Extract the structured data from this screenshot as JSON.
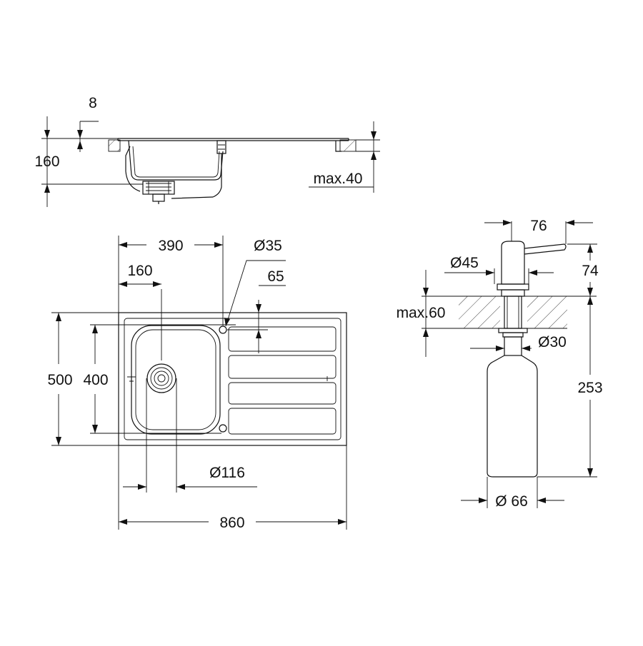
{
  "diagram": {
    "side_view": {
      "labels": {
        "rim_thickness": "8",
        "bowl_depth": "160",
        "worktop_max": "max.40"
      }
    },
    "top_view": {
      "labels": {
        "tap_hole_offset": "390",
        "bowl_offset": "160",
        "tap_hole_diameter": "Ø35",
        "tap_hole_edge": "65",
        "overall_depth": "500",
        "bowl_depth_plan": "400",
        "waste_diameter": "Ø116",
        "overall_width": "860"
      }
    },
    "dispenser": {
      "labels": {
        "spout_length": "76",
        "head_diameter": "Ø45",
        "head_height": "74",
        "worktop_max": "max.60",
        "shank_diameter": "Ø30",
        "total_height": "253",
        "bottle_diameter": "Ø 66"
      }
    }
  }
}
